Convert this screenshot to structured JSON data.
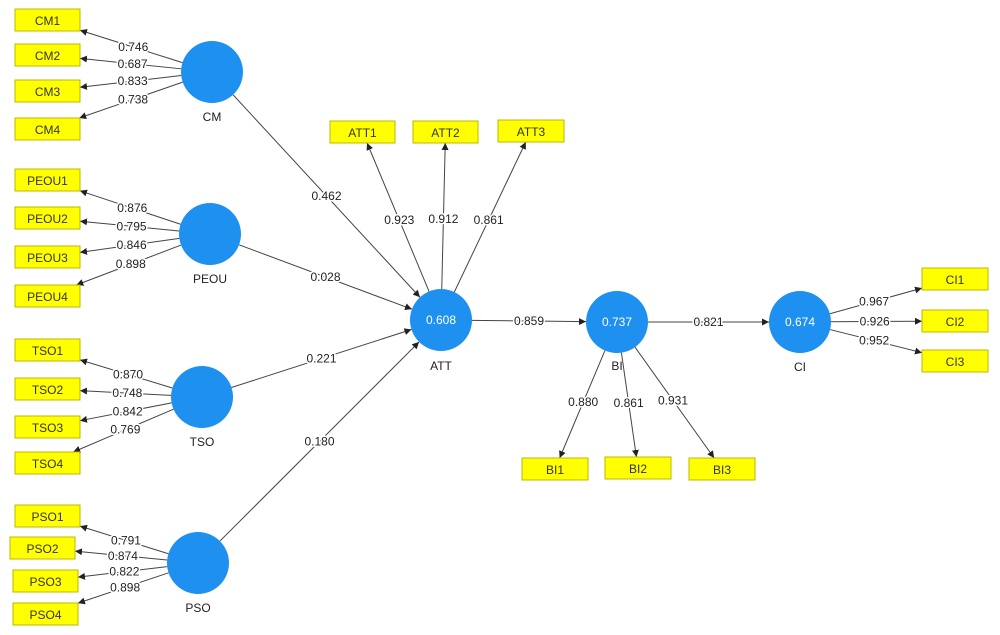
{
  "latent_variables": [
    {
      "id": "CM",
      "name": "CM",
      "r2": ""
    },
    {
      "id": "PEOU",
      "name": "PEOU",
      "r2": ""
    },
    {
      "id": "TSO",
      "name": "TSO",
      "r2": ""
    },
    {
      "id": "PSO",
      "name": "PSO",
      "r2": ""
    },
    {
      "id": "ATT",
      "name": "ATT",
      "r2": "0.608"
    },
    {
      "id": "BI",
      "name": "BI",
      "r2": "0.737"
    },
    {
      "id": "CI",
      "name": "CI",
      "r2": "0.674"
    }
  ],
  "indicators": [
    {
      "id": "CM1",
      "label": "CM1"
    },
    {
      "id": "CM2",
      "label": "CM2"
    },
    {
      "id": "CM3",
      "label": "CM3"
    },
    {
      "id": "CM4",
      "label": "CM4"
    },
    {
      "id": "PEOU1",
      "label": "PEOU1"
    },
    {
      "id": "PEOU2",
      "label": "PEOU2"
    },
    {
      "id": "PEOU3",
      "label": "PEOU3"
    },
    {
      "id": "PEOU4",
      "label": "PEOU4"
    },
    {
      "id": "TSO1",
      "label": "TSO1"
    },
    {
      "id": "TSO2",
      "label": "TSO2"
    },
    {
      "id": "TSO3",
      "label": "TSO3"
    },
    {
      "id": "TSO4",
      "label": "TSO4"
    },
    {
      "id": "PSO1",
      "label": "PSO1"
    },
    {
      "id": "PSO2",
      "label": "PSO2"
    },
    {
      "id": "PSO3",
      "label": "PSO3"
    },
    {
      "id": "PSO4",
      "label": "PSO4"
    },
    {
      "id": "ATT1",
      "label": "ATT1"
    },
    {
      "id": "ATT2",
      "label": "ATT2"
    },
    {
      "id": "ATT3",
      "label": "ATT3"
    },
    {
      "id": "BI1",
      "label": "BI1"
    },
    {
      "id": "BI2",
      "label": "BI2"
    },
    {
      "id": "BI3",
      "label": "BI3"
    },
    {
      "id": "CI1",
      "label": "CI1"
    },
    {
      "id": "CI2",
      "label": "CI2"
    },
    {
      "id": "CI3",
      "label": "CI3"
    }
  ],
  "outer_loadings": [
    {
      "from": "CM",
      "to": "CM1",
      "value": "0.746"
    },
    {
      "from": "CM",
      "to": "CM2",
      "value": "0.687"
    },
    {
      "from": "CM",
      "to": "CM3",
      "value": "0.833"
    },
    {
      "from": "CM",
      "to": "CM4",
      "value": "0.738"
    },
    {
      "from": "PEOU",
      "to": "PEOU1",
      "value": "0.876"
    },
    {
      "from": "PEOU",
      "to": "PEOU2",
      "value": "0.795"
    },
    {
      "from": "PEOU",
      "to": "PEOU3",
      "value": "0.846"
    },
    {
      "from": "PEOU",
      "to": "PEOU4",
      "value": "0.898"
    },
    {
      "from": "TSO",
      "to": "TSO1",
      "value": "0.870"
    },
    {
      "from": "TSO",
      "to": "TSO2",
      "value": "0.748"
    },
    {
      "from": "TSO",
      "to": "TSO3",
      "value": "0.842"
    },
    {
      "from": "TSO",
      "to": "TSO4",
      "value": "0.769"
    },
    {
      "from": "PSO",
      "to": "PSO1",
      "value": "0.791"
    },
    {
      "from": "PSO",
      "to": "PSO2",
      "value": "0.874"
    },
    {
      "from": "PSO",
      "to": "PSO3",
      "value": "0.822"
    },
    {
      "from": "PSO",
      "to": "PSO4",
      "value": "0.898"
    },
    {
      "from": "ATT",
      "to": "ATT1",
      "value": "0.923"
    },
    {
      "from": "ATT",
      "to": "ATT2",
      "value": "0.912"
    },
    {
      "from": "ATT",
      "to": "ATT3",
      "value": "0.861"
    },
    {
      "from": "BI",
      "to": "BI1",
      "value": "0.880"
    },
    {
      "from": "BI",
      "to": "BI2",
      "value": "0.861"
    },
    {
      "from": "BI",
      "to": "BI3",
      "value": "0.931"
    },
    {
      "from": "CI",
      "to": "CI1",
      "value": "0.967"
    },
    {
      "from": "CI",
      "to": "CI2",
      "value": "0.926"
    },
    {
      "from": "CI",
      "to": "CI3",
      "value": "0.952"
    }
  ],
  "path_coefficients": [
    {
      "from": "CM",
      "to": "ATT",
      "value": "0.462"
    },
    {
      "from": "PEOU",
      "to": "ATT",
      "value": "0.028"
    },
    {
      "from": "TSO",
      "to": "ATT",
      "value": "0.221"
    },
    {
      "from": "PSO",
      "to": "ATT",
      "value": "0.180"
    },
    {
      "from": "ATT",
      "to": "BI",
      "value": "0.859"
    },
    {
      "from": "BI",
      "to": "CI",
      "value": "0.821"
    }
  ],
  "colors": {
    "latent_fill": "#1e90f0",
    "indicator_fill": "#ffff00",
    "edge": "#444444"
  }
}
